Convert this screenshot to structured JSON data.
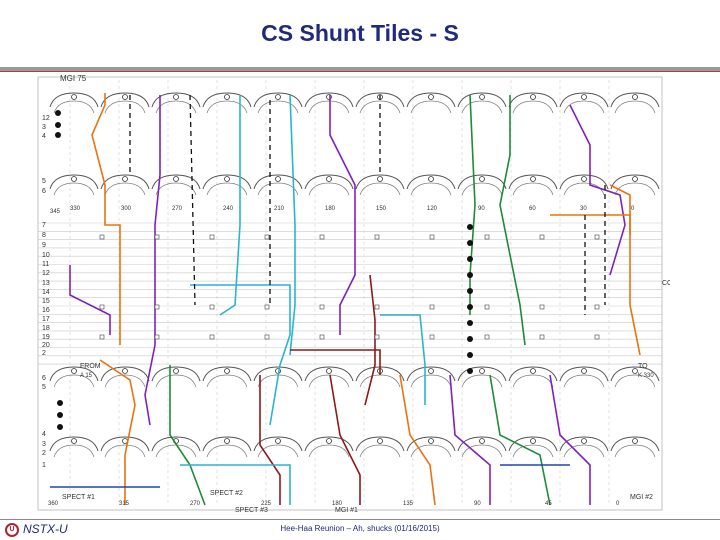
{
  "header": {
    "title": "CS Shunt Tiles - S"
  },
  "footer": {
    "logo_text": "NSTX-U",
    "caption": "Hee-Haa Reunion – Ah, shucks (01/16/2015)"
  },
  "diagram": {
    "top_label": "MGI 75",
    "left_row_labels": [
      "12",
      "3",
      "4",
      "5",
      "6",
      "7",
      "8",
      "9",
      "10",
      "11",
      "12",
      "13",
      "14",
      "15",
      "16",
      "17",
      "18",
      "19",
      "20",
      "2",
      "6",
      "5",
      "4",
      "3",
      "2",
      "1"
    ],
    "upper_angle_labels": [
      "330",
      "300",
      "270",
      "240",
      "210",
      "180",
      "150",
      "120",
      "90",
      "60",
      "30",
      "0"
    ],
    "lower_angle_labels": [
      "360",
      "315",
      "270",
      "225",
      "180",
      "135",
      "90",
      "45",
      "0"
    ],
    "side_labels": {
      "from": "FROM",
      "from_sub": "A 15",
      "to": "TO",
      "to_sub": "K 330",
      "cc": "CC",
      "row_dd": "345"
    },
    "bottom_labels": [
      "SPECT #1",
      "SPECT #2",
      "SPECT #3",
      "MGI #1",
      "MGI #2"
    ],
    "wire_colors": {
      "orange": "#e8730f",
      "purple": "#7e22b8",
      "cyan": "#2bb4cf",
      "green": "#1e8a3a",
      "brown": "#8b1a1a",
      "blue": "#2044b0",
      "gray": "#9a9a9a",
      "black": "#111111"
    }
  }
}
